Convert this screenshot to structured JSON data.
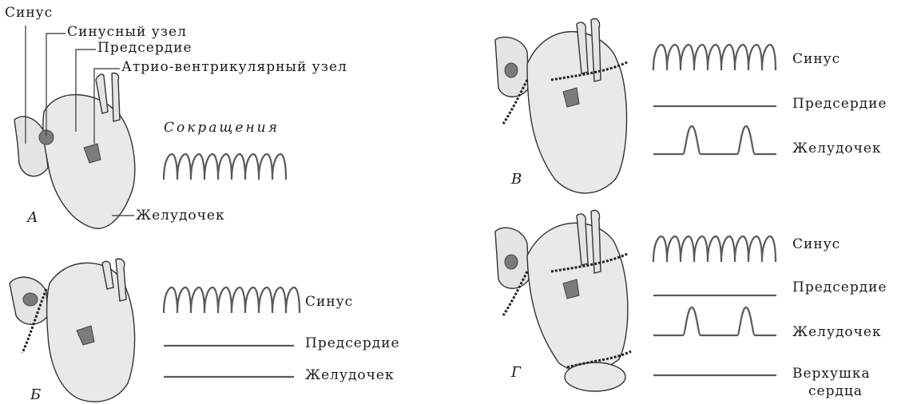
{
  "panel_a": {
    "letter": "А",
    "labels": {
      "sinus": "Синус",
      "sinus_node": "Синусный узел",
      "atrium": "Предсердие",
      "av_node": "Атрио-вентрикулярный узел",
      "ventricle": "Желудочек"
    },
    "contractions_title": "Сокращения"
  },
  "panel_b": {
    "letter": "Б",
    "traces": [
      "Синус",
      "Предсердие",
      "Желудочек"
    ]
  },
  "panel_v": {
    "letter": "В",
    "traces": [
      "Синус",
      "Предсердие",
      "Желудочек"
    ]
  },
  "panel_g": {
    "letter": "Г",
    "traces": [
      "Синус",
      "Предсердие",
      "Желудочек",
      "Верхушка",
      "сердца"
    ]
  },
  "colors": {
    "trace": "#5a5a5a",
    "node": "#7b7b7b",
    "heart_fill": "#e9e9e9"
  }
}
